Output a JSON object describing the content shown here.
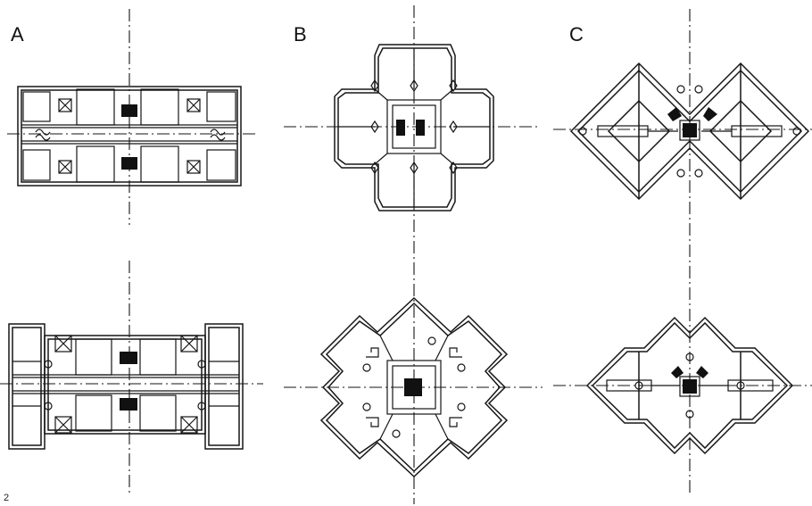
{
  "columns": [
    {
      "id": "A",
      "label": "A"
    },
    {
      "id": "B",
      "label": "B"
    },
    {
      "id": "C",
      "label": "C"
    }
  ],
  "figure_number": "2",
  "colors": {
    "line": "#161616",
    "fill": "#111111",
    "background": "#ffffff"
  }
}
